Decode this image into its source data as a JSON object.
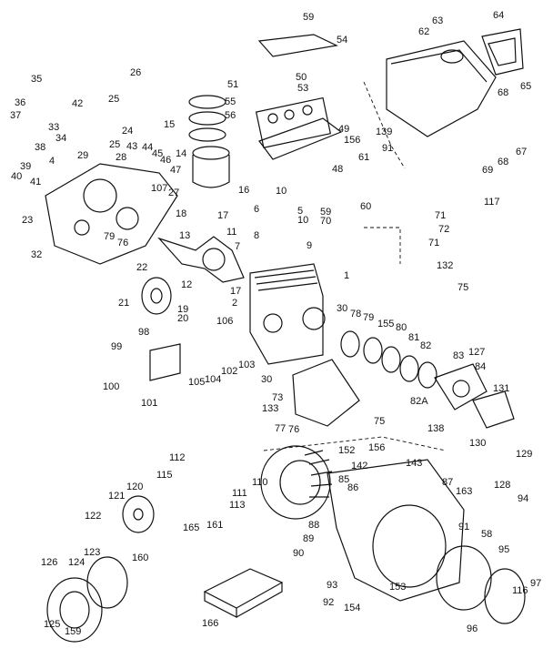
{
  "callouts": [
    "59",
    "54",
    "64",
    "63",
    "62",
    "65",
    "68",
    "35",
    "36",
    "37",
    "33",
    "34",
    "42",
    "26",
    "25",
    "24",
    "51",
    "55",
    "56",
    "50",
    "53",
    "49",
    "25",
    "28",
    "43",
    "44",
    "45",
    "46",
    "47",
    "27",
    "38",
    "39",
    "40",
    "41",
    "29",
    "4",
    "15",
    "14",
    "107",
    "16",
    "139",
    "156",
    "91",
    "61",
    "67",
    "69",
    "68",
    "117",
    "18",
    "17",
    "13",
    "11",
    "7",
    "23",
    "79",
    "76",
    "32",
    "10",
    "6",
    "5",
    "10",
    "8",
    "9",
    "48",
    "59",
    "70",
    "60",
    "72",
    "71",
    "71",
    "1",
    "22",
    "12",
    "17",
    "19",
    "20",
    "21",
    "2",
    "106",
    "132",
    "75",
    "30",
    "78",
    "79",
    "155",
    "80",
    "81",
    "82",
    "83",
    "127",
    "84",
    "98",
    "99",
    "100",
    "101",
    "103",
    "102",
    "105",
    "104",
    "30",
    "73",
    "131",
    "82A",
    "133",
    "77",
    "76",
    "75",
    "138",
    "130",
    "129",
    "152",
    "156",
    "142",
    "143",
    "112",
    "111",
    "113",
    "110",
    "115",
    "120",
    "121",
    "165",
    "161",
    "122",
    "160",
    "123",
    "124",
    "126",
    "125",
    "159",
    "85",
    "86",
    "87",
    "128",
    "94",
    "88",
    "89",
    "90",
    "163",
    "91",
    "58",
    "93",
    "95",
    "116",
    "97",
    "92",
    "154",
    "153",
    "96",
    "166"
  ]
}
